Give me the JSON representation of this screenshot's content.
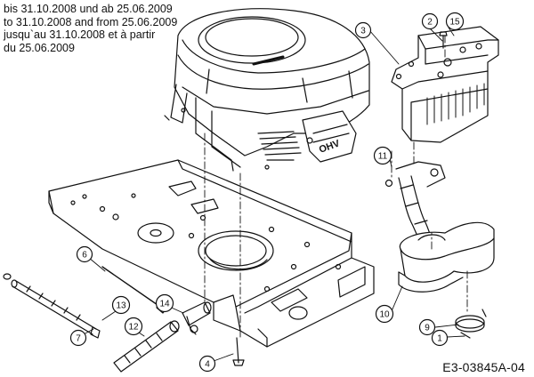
{
  "note_lines": [
    "bis 31.10.2008 und ab 25.06.2009",
    "to 31.10.2008 and from 25.06.2009",
    "jusqu`au 31.10.2008 et à partir",
    "du 25.06.2009"
  ],
  "engine_label": "OHV",
  "figure_id": "E3-03845A-04",
  "callouts": [
    "1",
    "2",
    "3",
    "4",
    "6",
    "7",
    "9",
    "10",
    "11",
    "12",
    "13",
    "14",
    "15"
  ]
}
